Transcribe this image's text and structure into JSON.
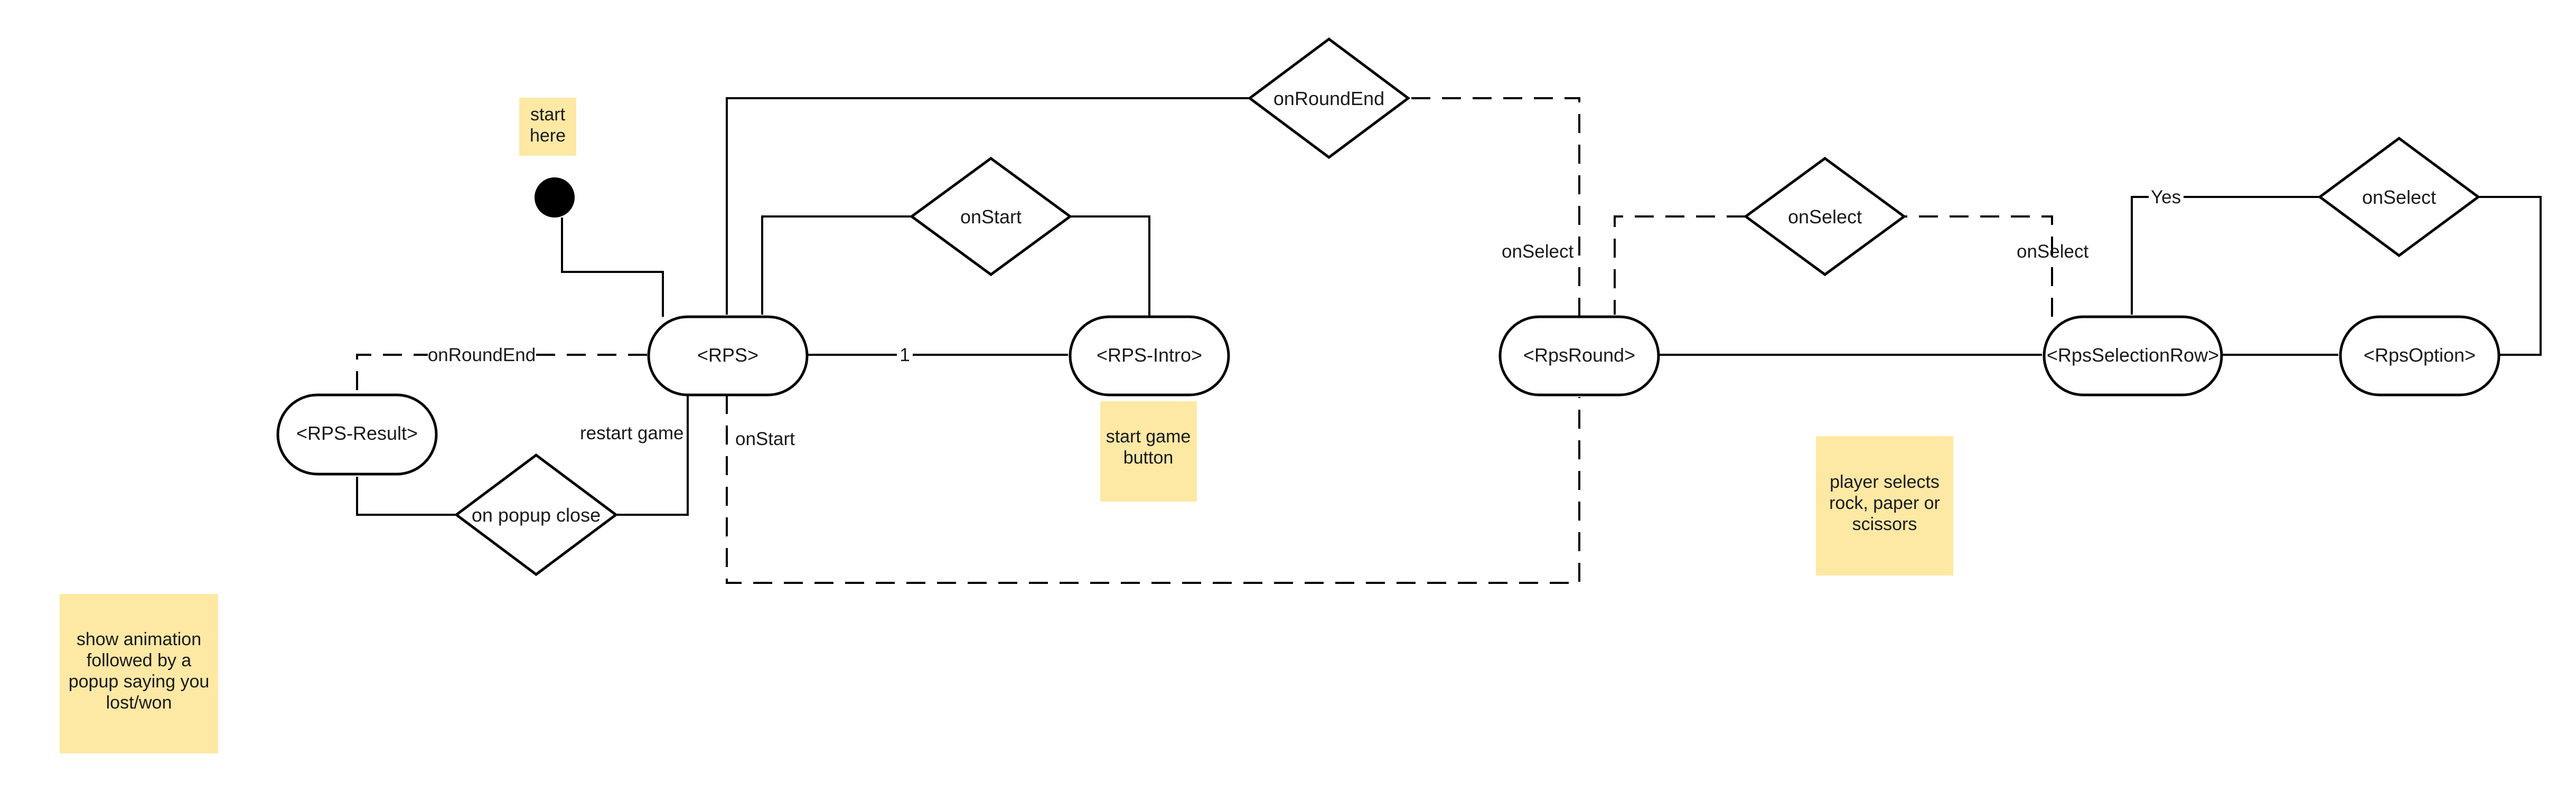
{
  "colors": {
    "line": "#000000",
    "node_fill": "#ffffff",
    "note_fill": "#fde8a4",
    "start_dot": "#000000"
  },
  "nodes": {
    "rps": "<RPS>",
    "rps_intro": "<RPS-Intro>",
    "rps_result": "<RPS-Result>",
    "rps_round": "<RpsRound>",
    "rps_selection_row": "<RpsSelectionRow>",
    "rps_option": "<RpsOption>"
  },
  "decisions": {
    "on_round_end": "onRoundEnd",
    "on_start": "onStart",
    "on_popup_close": "on popup close",
    "on_select_mid": "onSelect",
    "on_select_right": "onSelect"
  },
  "edges": {
    "on_round_end_left": "onRoundEnd",
    "one": "1",
    "restart_game": "restart game",
    "on_start_dashed": "onStart",
    "on_select_up": "onSelect",
    "on_select_row": "onSelect",
    "yes": "Yes"
  },
  "notes": {
    "start_here": [
      "start",
      "here"
    ],
    "start_game_button": [
      "start game",
      "button"
    ],
    "player_selects": [
      "player selects",
      "rock, paper or",
      "scissors"
    ],
    "show_animation": [
      "show animation",
      "followed by a",
      "popup saying you",
      "lost/won"
    ]
  }
}
